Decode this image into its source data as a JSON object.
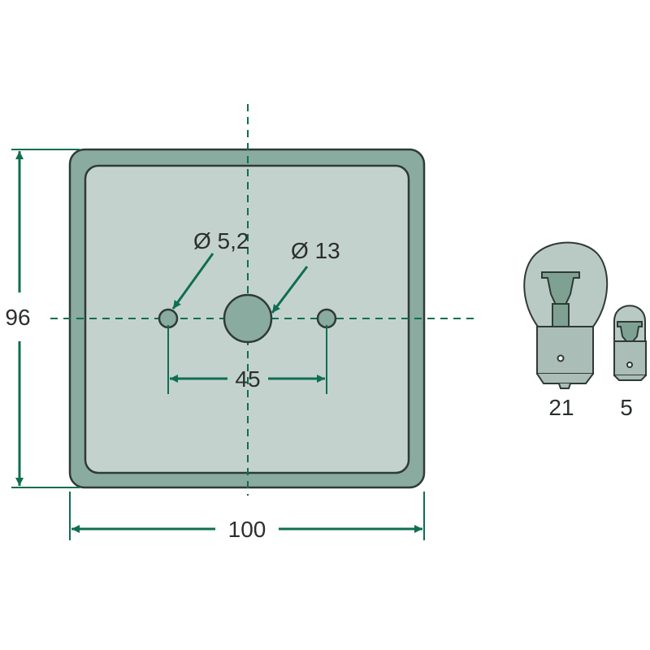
{
  "dimensions": {
    "width_label": "100",
    "height_label": "96",
    "hole_spacing_label": "45",
    "small_hole_label": "Ø 5,2",
    "center_hole_label": "Ø 13"
  },
  "bulbs": [
    {
      "label": "21"
    },
    {
      "label": "5"
    }
  ],
  "colors": {
    "dimension": "#0f6e52",
    "frame": "#8aab9f",
    "lens": "#c4d2ce",
    "outline": "#2f3a36",
    "bulb_glass": "#b9cac4",
    "bulb_inner": "#7fa193",
    "bulb_base": "#aabdb6"
  }
}
